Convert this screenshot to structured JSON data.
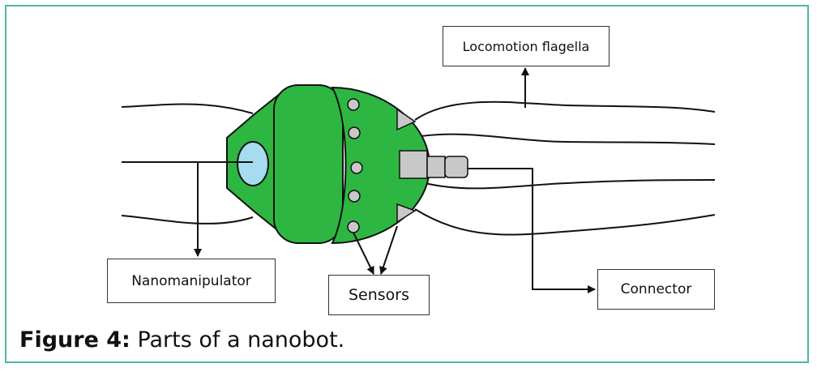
{
  "labels": {
    "locomotion": "Locomotion flagella",
    "nanomanipulator": "Nanomanipulator",
    "sensors": "Sensors",
    "connector": "Connector"
  },
  "caption": {
    "prefix": "Figure 4:",
    "text": " Parts of a nanobot."
  },
  "colors": {
    "body": "#2db742",
    "eye": "#a6dcef",
    "sensor_dot": "#c8c8c8",
    "connector_part": "#c8c8c8",
    "frame": "#4db6a4"
  }
}
